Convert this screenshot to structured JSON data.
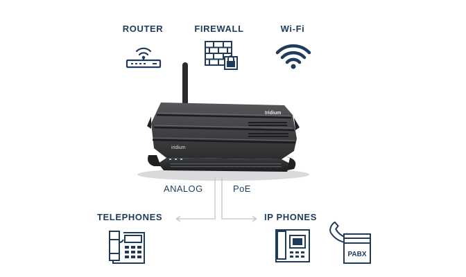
{
  "top_labels": {
    "router": "ROUTER",
    "firewall": "FIREWALL",
    "wifi": "Wi-Fi"
  },
  "connections": {
    "analog": "ANALOG",
    "poe": "PoE"
  },
  "endpoints": {
    "telephones": "TELEPHONES",
    "ip_phones": "IP PHONES",
    "pabx": "PABX"
  },
  "device": {
    "brand_top": "Iridium",
    "brand_front": "iridium"
  },
  "colors": {
    "icon_navy": "#1f3b5c",
    "device_body": "#3a3b3d",
    "connector_line": "#c7ccd3"
  }
}
